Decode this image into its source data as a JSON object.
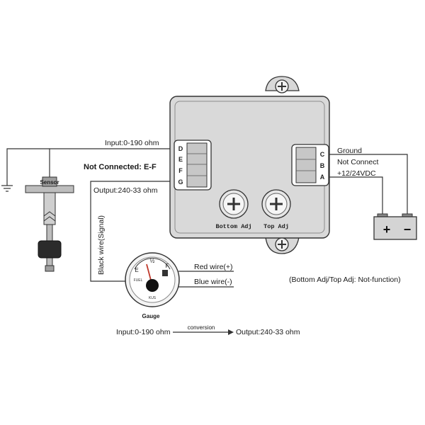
{
  "wires": {
    "input_label": "Input:0-190 ohm",
    "not_connected": "Not Connected: E-F",
    "output_label": "Output:240-33 ohm",
    "black_wire": "Black wire(Signal)",
    "red_wire": "Red wire(+)",
    "blue_wire": "Blue wire(-)"
  },
  "power": {
    "ground": "Ground",
    "not_connect": "Not Connect",
    "supply": "+12/24VDC",
    "plus": "+",
    "minus": "−"
  },
  "module": {
    "left_pins": [
      "D",
      "E",
      "F",
      "G"
    ],
    "right_pins": [
      "C",
      "B",
      "A"
    ],
    "bottom_adj": "Bottom Adj",
    "top_adj": "Top Adj"
  },
  "sensor": {
    "label": "Sensor"
  },
  "gauge": {
    "label": "Gauge",
    "e": "E",
    "half": "½",
    "f": "F",
    "fuel": "FUEL",
    "brand": "KUS"
  },
  "note": "(Bottom Adj/Top Adj: Not-function)",
  "conversion": {
    "input": "Input:0-190 ohm",
    "arrow_label": "conversion",
    "output": "Output:240-33 ohm"
  }
}
